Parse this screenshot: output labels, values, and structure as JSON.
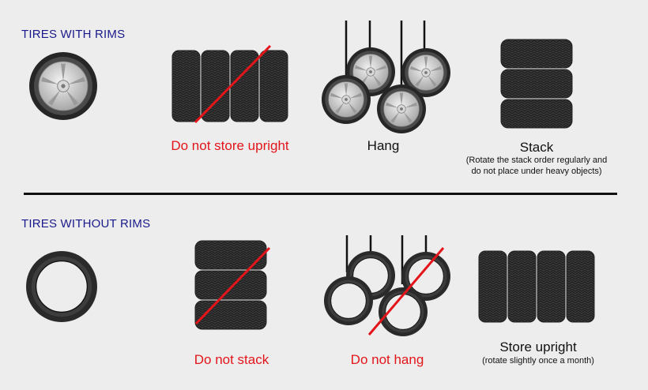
{
  "sections": {
    "with_rims": {
      "title": "TIRES WITH RIMS",
      "do_not_store_upright": "Do not store upright",
      "hang": "Hang",
      "stack": "Stack",
      "stack_note_line1": "(Rotate the stack order regularly and",
      "stack_note_line2": "do not place under heavy objects)"
    },
    "without_rims": {
      "title": "TIRES WITHOUT RIMS",
      "do_not_stack": "Do not stack",
      "do_not_hang": "Do not hang",
      "store_upright": "Store upright",
      "store_upright_note": "(rotate slightly once a month)"
    }
  },
  "colors": {
    "background": "#ededed",
    "title_blue": "#1a1a8c",
    "prohibited_red": "#e3151a",
    "tire_dark": "#333333",
    "rim_silver": "#c8c8c8"
  }
}
